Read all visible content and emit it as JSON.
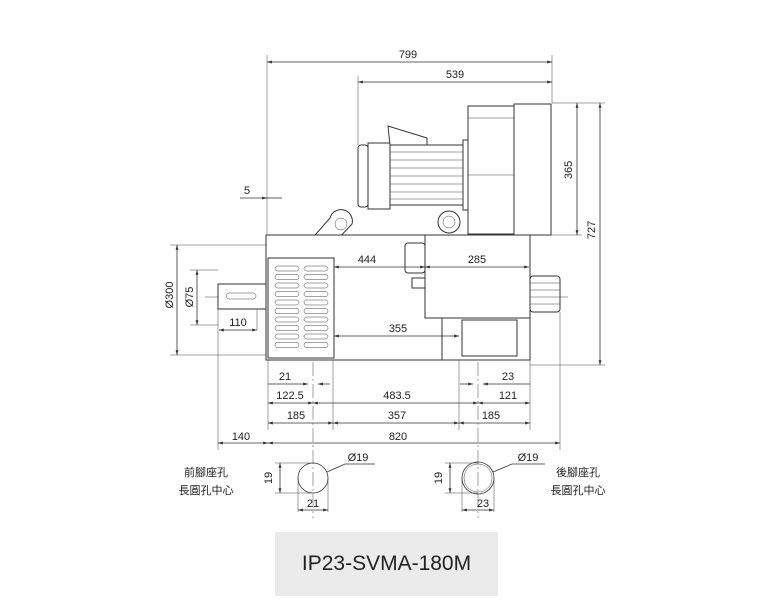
{
  "model": "IP23-SVMA-180M",
  "dimensions": {
    "overall_length": "799",
    "blower_length": "539",
    "blower_height": "365",
    "overall_height": "727",
    "offset": "5",
    "body_diameter": "Ø300",
    "shaft_diameter": "Ø75",
    "shaft_length": "110",
    "to_terminal": "444",
    "terminal_box": "285",
    "to_lower_box": "355",
    "front_slot": "21",
    "rear_slot": "23",
    "front_offset": "122.5",
    "feet_span_outer": "483.5",
    "rear_offset": "121",
    "front_185": "185",
    "center_357": "357",
    "rear_185": "185",
    "shaft_140": "140",
    "total_820": "820"
  },
  "front_hole": {
    "diameter": "Ø19",
    "height": "19",
    "width": "21",
    "label_line1": "前腳座孔",
    "label_line2": "長圓孔中心"
  },
  "rear_hole": {
    "diameter": "Ø19",
    "height": "19",
    "width": "23",
    "label_line1": "後腳座孔",
    "label_line2": "長圓孔中心"
  }
}
